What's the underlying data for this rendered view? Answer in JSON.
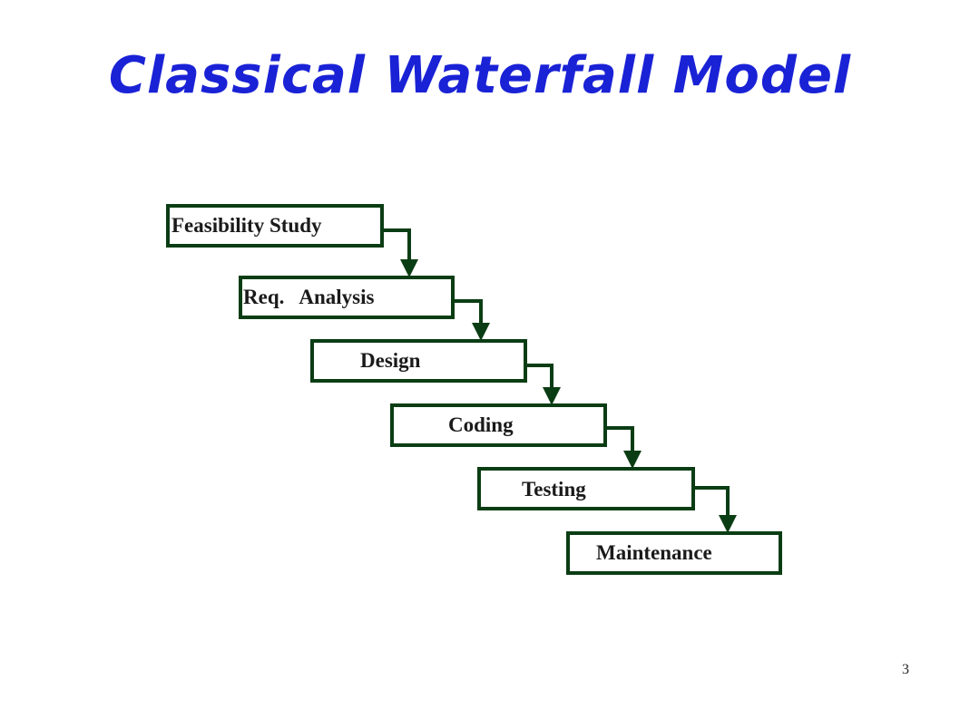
{
  "slide": {
    "title": "Classical Waterfall Model",
    "page_number": "3"
  },
  "diagram": {
    "stages": [
      {
        "label": "Feasibility Study"
      },
      {
        "label": "Req.   Analysis"
      },
      {
        "label": "Design"
      },
      {
        "label": "Coding"
      },
      {
        "label": "Testing"
      },
      {
        "label": "Maintenance"
      }
    ]
  },
  "colors": {
    "title": "#1a22d6",
    "box_border": "#0b3d14",
    "arrow": "#0b3d14",
    "label_text": "#1a1a1a"
  }
}
